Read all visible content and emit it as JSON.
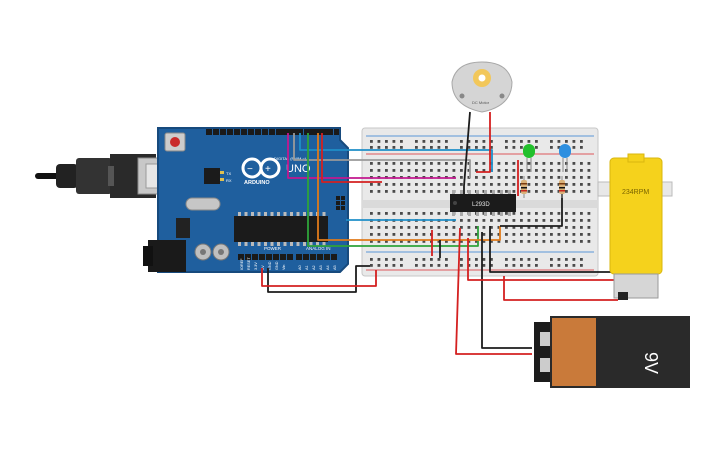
{
  "arduino": {
    "logo_text": "ARDUINO",
    "model": "UNO",
    "power_header": "POWER",
    "analog_header": "ANALOG IN",
    "digital_header": "DIGITAL (PWM ~)",
    "led_tx": "TX",
    "led_rx": "RX",
    "power_pins": [
      "IOREF",
      "RESET",
      "3.3V",
      "5V",
      "GND",
      "GND",
      "Vin"
    ],
    "analog_pins": [
      "A0",
      "A1",
      "A2",
      "A3",
      "A4",
      "A5"
    ]
  },
  "driver_chip": {
    "label": "L293D"
  },
  "dc_motor": {
    "label": "DC Motor"
  },
  "gear_motor": {
    "label": "234RPM"
  },
  "battery": {
    "label": "9V"
  },
  "leds": [
    {
      "color": "#22c02c"
    },
    {
      "color": "#2d8fe0"
    }
  ],
  "colors": {
    "board": "#1f5f9e",
    "board_edge": "#174a7d",
    "breadboard": "#e9e9e9",
    "rail_red": "#d9242a",
    "rail_blue": "#2b7bd0",
    "battery_body": "#c97a3a",
    "battery_cap": "#2a2a2a",
    "gear_motor": "#f5d21c",
    "wire_red": "#d42020",
    "wire_black": "#1c1c1c",
    "wire_blue": "#1f8fc8",
    "wire_green": "#2ea33a",
    "wire_orange": "#e07a1a",
    "wire_magenta": "#c2188e",
    "wire_gray": "#9a9a9a"
  }
}
